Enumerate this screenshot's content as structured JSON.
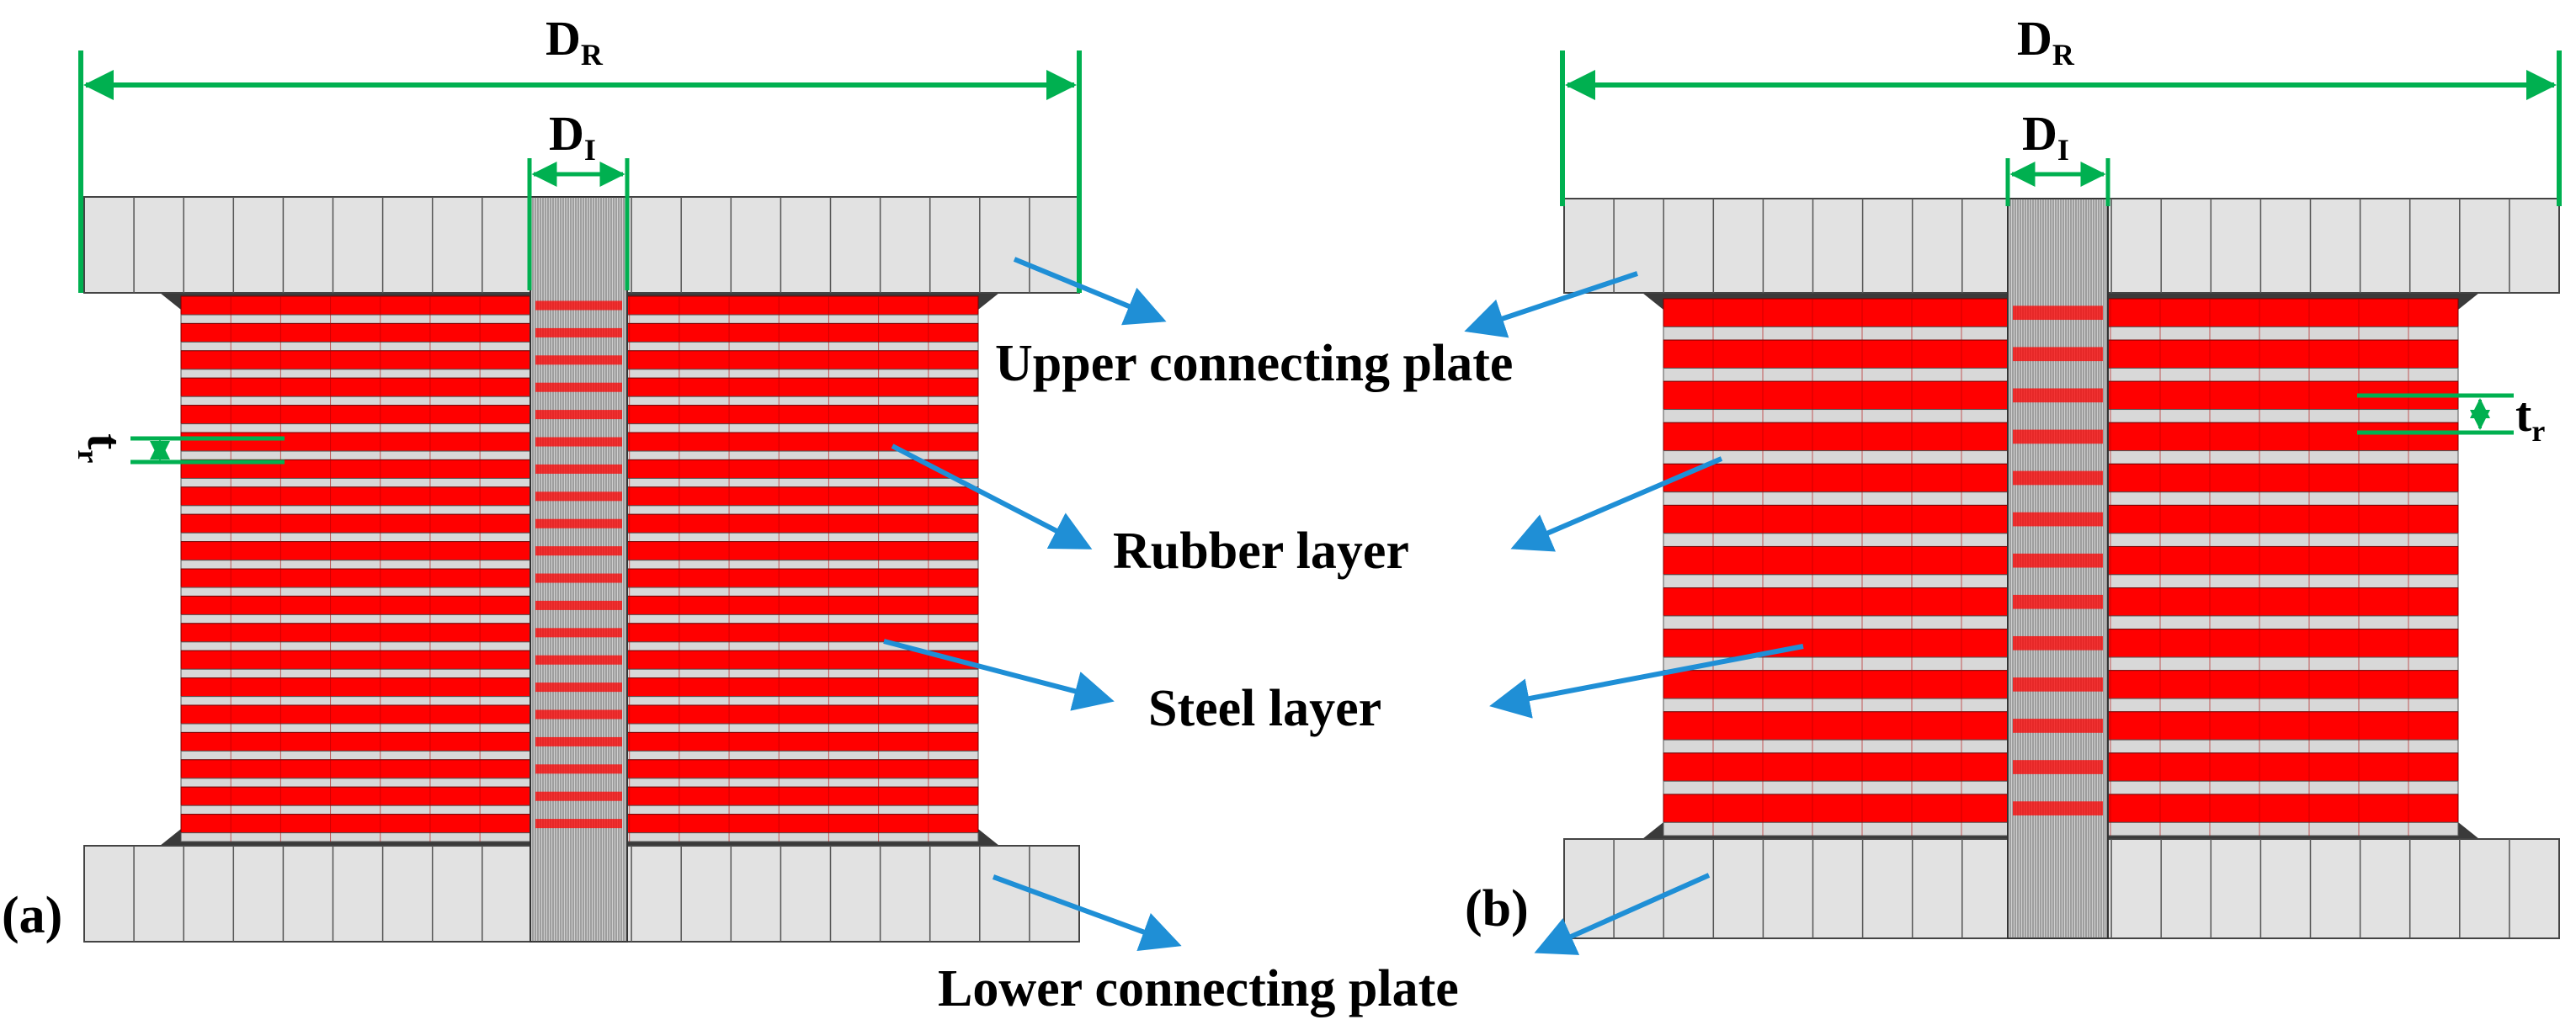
{
  "figure": {
    "panels": [
      {
        "id": "a",
        "label": "(a)",
        "rubber_layers": 20
      },
      {
        "id": "b",
        "label": "(b)",
        "rubber_layers": 13
      }
    ],
    "dimensions": {
      "outer_diameter": {
        "main": "D",
        "sub": "R"
      },
      "inner_diameter": {
        "main": "D",
        "sub": "I"
      },
      "rubber_thickness": {
        "main": "t",
        "sub": "r"
      }
    },
    "callouts": {
      "upper_plate": "Upper connecting plate",
      "rubber": "Rubber layer",
      "steel": "Steel layer",
      "lower_plate": "Lower connecting plate"
    },
    "colors": {
      "rubber": "#ff0000",
      "steel": "#d8d8d8",
      "plate": "#e2e2e2",
      "dimension_lines": "#00b050",
      "arrows": "#1f8fd6"
    }
  }
}
